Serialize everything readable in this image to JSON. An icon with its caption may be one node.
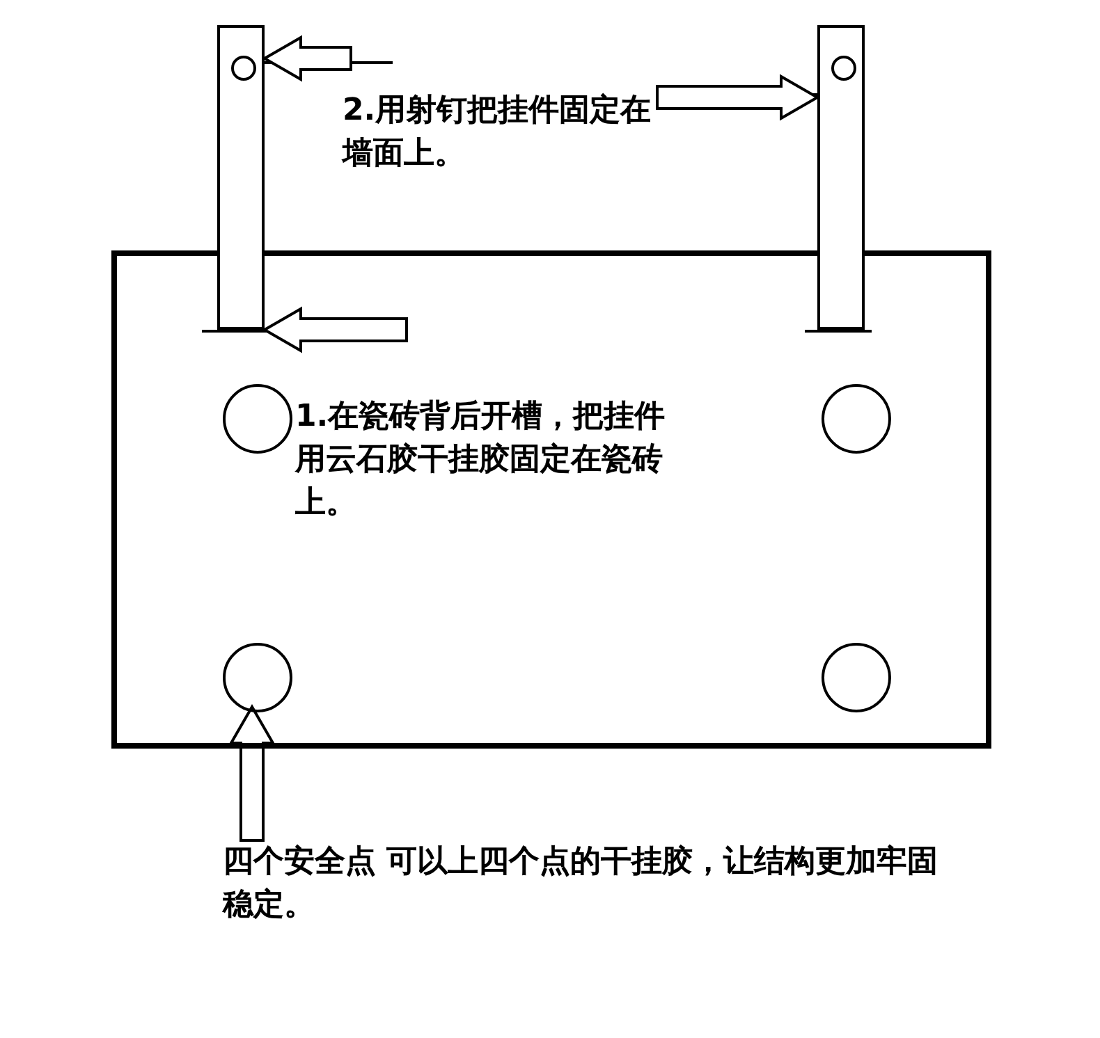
{
  "diagram": {
    "nodes": [
      {
        "text": [],
        "shape": "box"
      },
      {
        "text": [],
        "shape": "bar"
      },
      {
        "text": [],
        "shape": "bar"
      },
      {
        "text": [
          "2.用射钉把挂件固定在墙面上。"
        ]
      },
      {
        "text": [
          "1.在瓷砖背后开槽，把挂件用云石胶干挂胶固定在瓷砖上。"
        ],
        "in": 0
      },
      {
        "text": [],
        "shape": "circle",
        "in": 0
      },
      {
        "text": [],
        "shape": "circle",
        "in": 0
      },
      {
        "text": [],
        "shape": "circle",
        "in": 0
      },
      {
        "text": [],
        "shape": "circle",
        "in": 0
      },
      {
        "text": [
          "四个安全点  可以上四个点的干挂胶，让结构更加牢固稳定。"
        ]
      }
    ],
    "edges": [
      {
        "from": null,
        "to": 1,
        "arrow": "to"
      },
      {
        "from": null,
        "to": 2,
        "arrow": "to"
      },
      {
        "from": null,
        "to": 1,
        "arrow": "to"
      },
      {
        "from": 9,
        "to": 7,
        "arrow": "to"
      }
    ]
  }
}
